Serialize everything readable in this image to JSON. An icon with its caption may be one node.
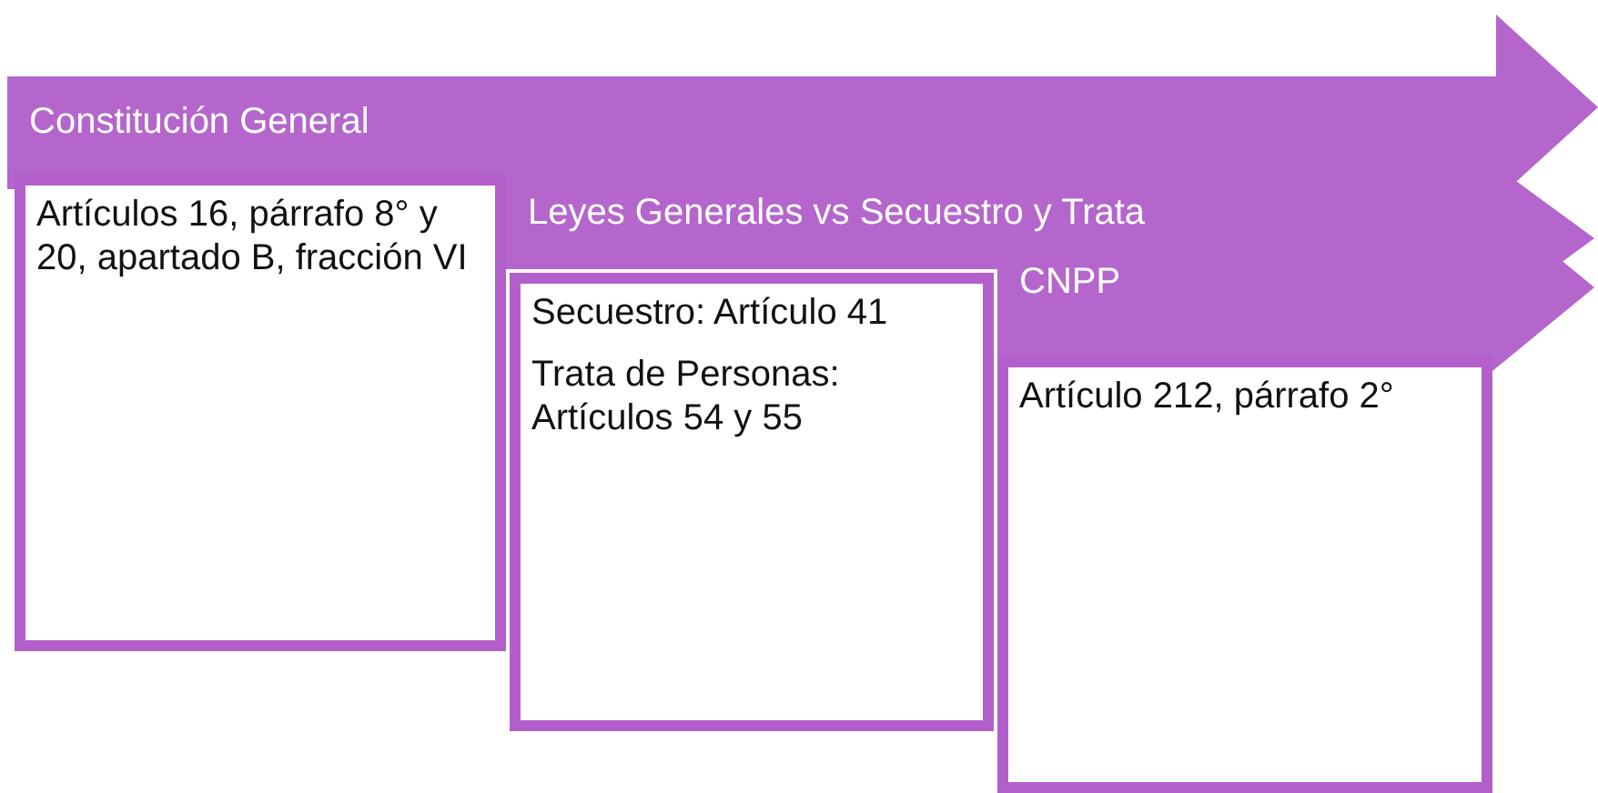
{
  "diagram": {
    "nodes": [
      {
        "text": [
          "Constitución General"
        ]
      },
      {
        "text": [
          "Artículos 16, párrafo 8° y 20, apartado B, fracción VI"
        ]
      },
      {
        "text": [
          "Leyes Generales vs Secuestro y Trata"
        ]
      },
      {
        "text": [
          "Secuestro: Artículo 41",
          "Trata de Personas: Artículos 54 y 55"
        ]
      },
      {
        "text": [
          "CNPP"
        ]
      },
      {
        "text": [
          "Artículo 212, párrafo 2°"
        ]
      }
    ]
  }
}
